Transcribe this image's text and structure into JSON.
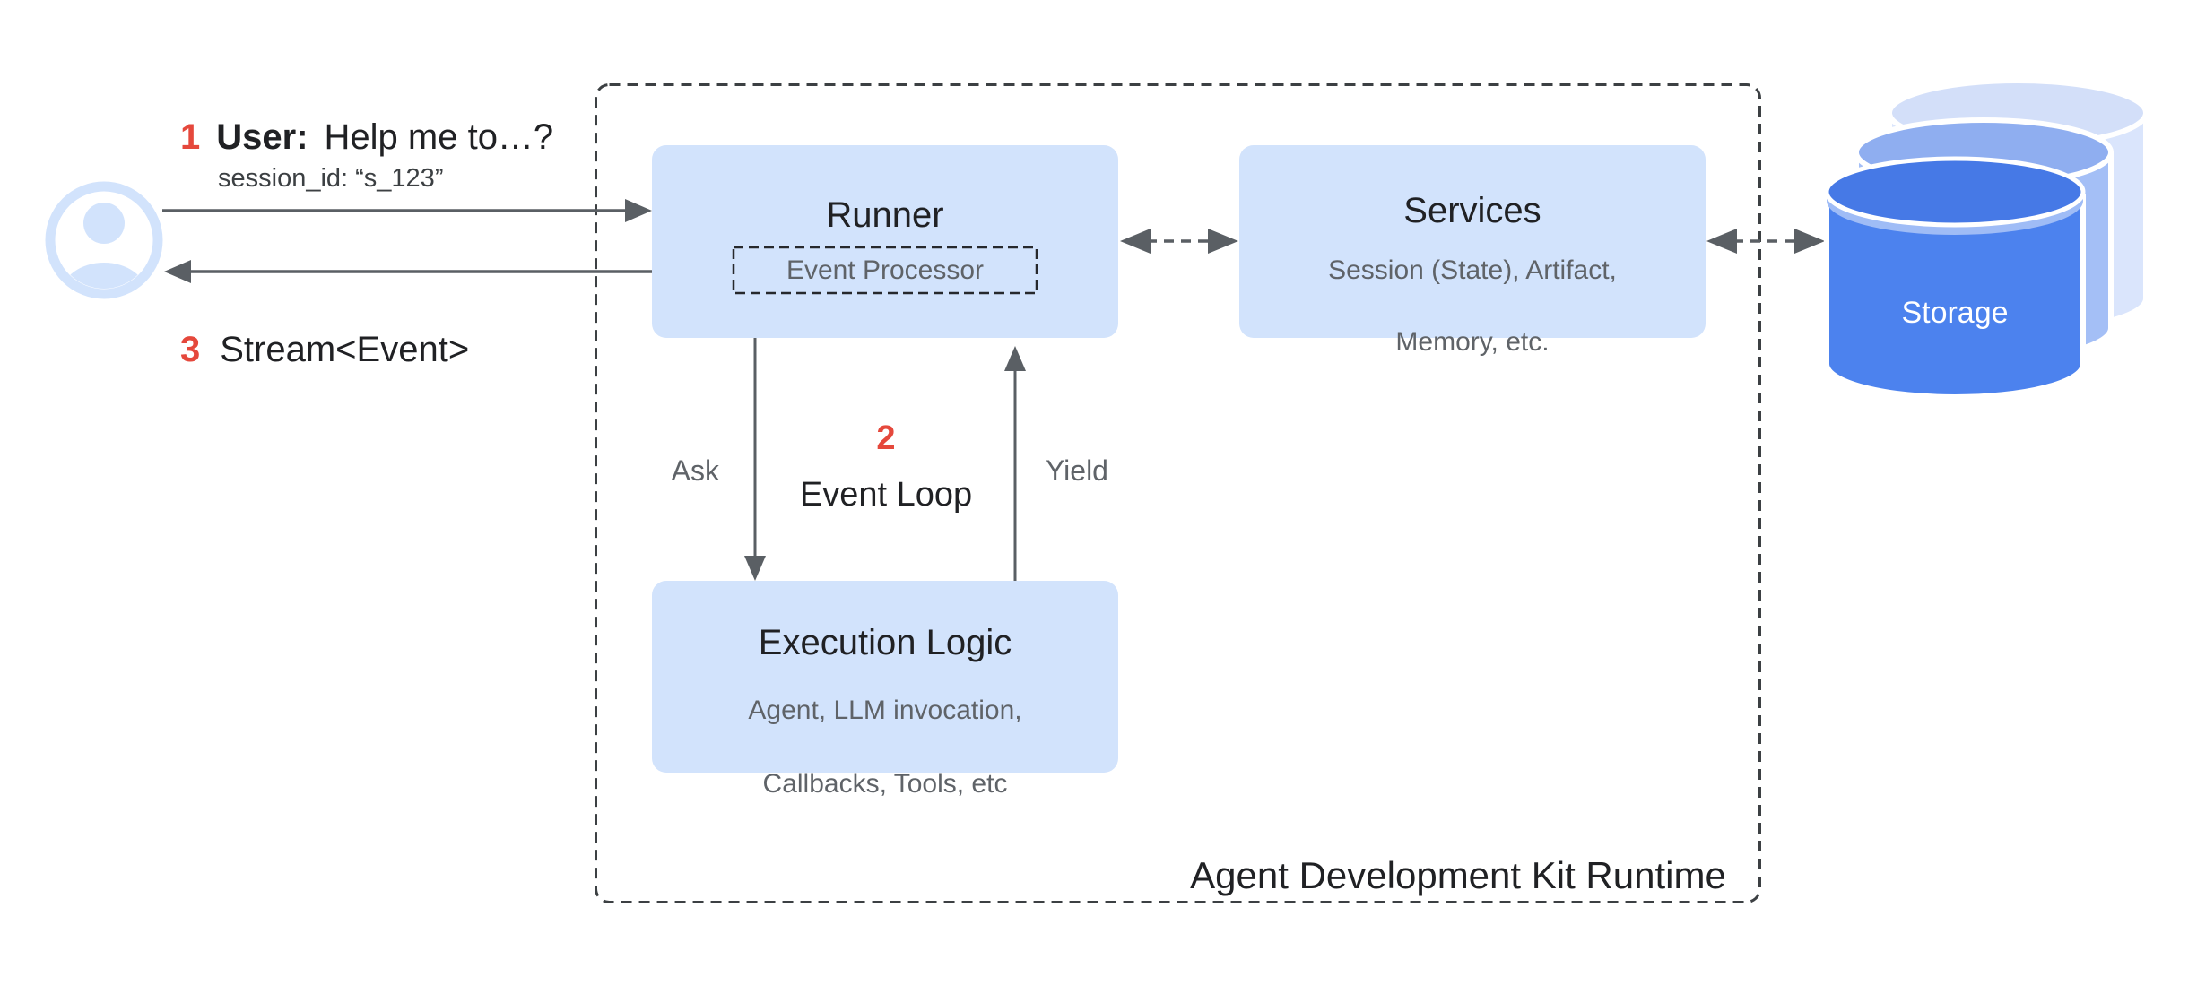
{
  "annotations": {
    "step1": {
      "number": "1",
      "speaker": "User:",
      "text": "Help me to…?",
      "session": "session_id: “s_123”"
    },
    "step2": {
      "number": "2",
      "label": "Event Loop"
    },
    "step3": {
      "number": "3",
      "text": "Stream<Event>"
    },
    "ask": "Ask",
    "yield": "Yield"
  },
  "boxes": {
    "runner": {
      "title": "Runner",
      "event_processor": "Event Processor"
    },
    "services": {
      "title": "Services",
      "subtitle_line1": "Session (State), Artifact,",
      "subtitle_line2": "Memory, etc."
    },
    "execution_logic": {
      "title": "Execution Logic",
      "subtitle_line1": "Agent, LLM invocation,",
      "subtitle_line2": "Callbacks, Tools, etc"
    }
  },
  "storage": {
    "label": "Storage"
  },
  "runtime": {
    "title": "Agent Development Kit Runtime"
  },
  "icons": {
    "user": "user-avatar-icon",
    "storage": "database-cylinders-icon"
  },
  "colors": {
    "box_fill": "#D2E3FC",
    "title_text": "#202124",
    "muted_text": "#5F6368",
    "accent_red": "#E5483C",
    "arrow_gray": "#5A5F64",
    "dashed_border": "#3C4043",
    "storage_front": "#4C82EE",
    "storage_front_top": "#4679E6",
    "storage_middle": "#A4BFF6",
    "storage_middle_top": "#8FAEF0",
    "storage_back": "#DAE5FC",
    "storage_back_top": "#D3DFF9",
    "avatar_blue": "#D2E3FC",
    "storage_text": "#FFFFFF"
  }
}
